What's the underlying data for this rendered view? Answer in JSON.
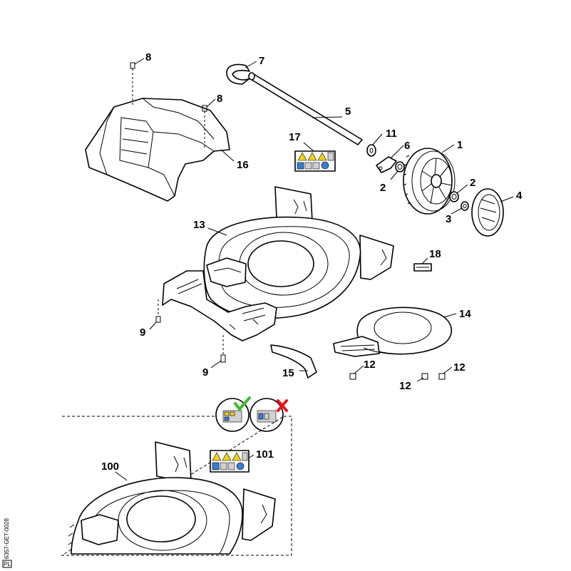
{
  "callouts": {
    "c1": "1",
    "c2a": "2",
    "c2b": "2",
    "c3": "3",
    "c4": "4",
    "c5": "5",
    "c6": "6",
    "c7": "7",
    "c8a": "8",
    "c8b": "8",
    "c9a": "9",
    "c9b": "9",
    "c11": "11",
    "c12a": "12",
    "c12b": "12",
    "c12c": "12",
    "c13": "13",
    "c14": "14",
    "c15": "15",
    "c16": "16",
    "c17": "17",
    "c18": "18",
    "c100": "100",
    "c101": "101"
  },
  "doc_number": "6357-GET-0028",
  "doc_code": "PL",
  "colors": {
    "ok_check": "#3bbf2e",
    "not_ok_cross": "#e8141b",
    "line": "#000000"
  }
}
